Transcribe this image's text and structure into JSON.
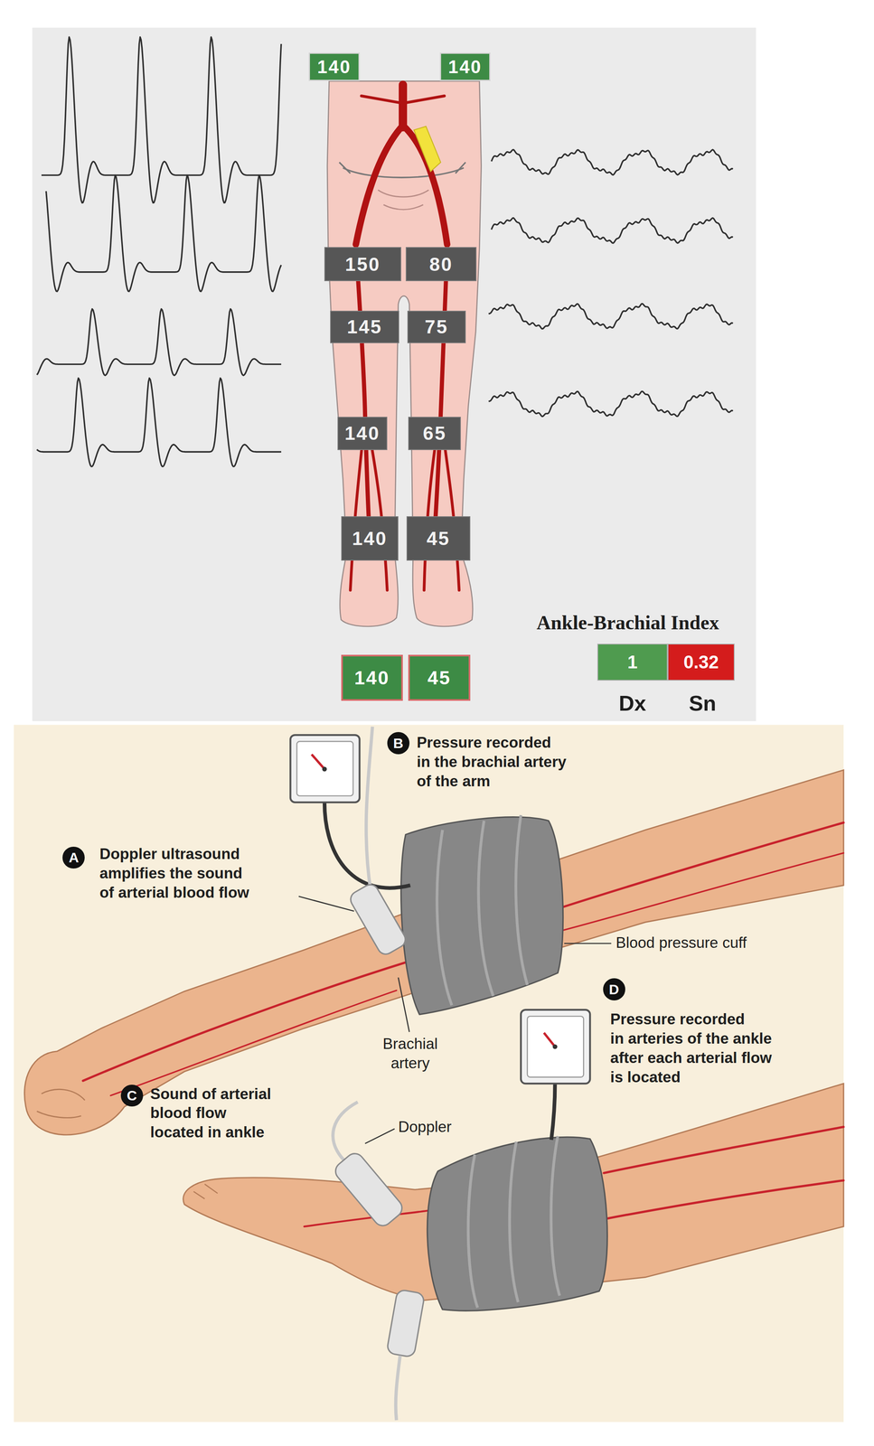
{
  "diagram": {
    "nodes": [
      {
        "text": [
          "140"
        ]
      },
      {
        "text": [
          "140"
        ]
      },
      {
        "text": [
          "150"
        ]
      },
      {
        "text": [
          "80"
        ]
      },
      {
        "text": [
          "145"
        ]
      },
      {
        "text": [
          "75"
        ]
      },
      {
        "text": [
          "140"
        ]
      },
      {
        "text": [
          "65"
        ]
      },
      {
        "text": [
          "140"
        ]
      },
      {
        "text": [
          "45"
        ]
      },
      {
        "text": [
          "140"
        ]
      },
      {
        "text": [
          "45"
        ]
      },
      {
        "text": [
          "1"
        ]
      },
      {
        "text": [
          "0.32"
        ]
      },
      {
        "text": [
          "A"
        ]
      },
      {
        "text": [
          "B"
        ]
      },
      {
        "text": [
          "C"
        ]
      },
      {
        "text": [
          "D"
        ]
      }
    ],
    "labels": [
      "Ankle-Brachial Index",
      "Dx",
      "Sn",
      "Pressure recorded in the brachial artery of the arm",
      "Doppler ultrasound amplifies the sound of arterial blood flow",
      "Blood pressure cuff",
      "Brachial artery",
      "Pressure recorded in arteries of the ankle after each arterial flow is located",
      "Sound of arterial blood flow located in ankle",
      "Doppler"
    ]
  }
}
